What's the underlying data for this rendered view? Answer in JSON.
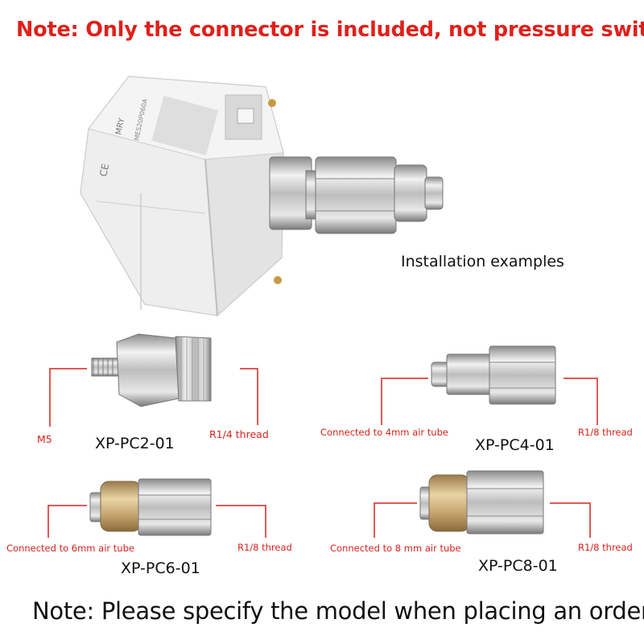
{
  "notes": {
    "top": "Note: Only the connector is included, not  pressure switch",
    "bottom": "Note:  Please specify the model when placing an order"
  },
  "installation_label": "Installation examples",
  "device_label": {
    "brand": "MRY",
    "model_text": "MES20P060A",
    "ce": "CE"
  },
  "products": [
    {
      "model": "XP-PC2-01",
      "left_label": "M5",
      "right_label": "R1/4 thread"
    },
    {
      "model": "XP-PC4-01",
      "left_label": "Connected to 4mm air tube",
      "right_label": "R1/8 thread"
    },
    {
      "model": "XP-PC6-01",
      "left_label": "Connected to 6mm air tube",
      "right_label": "R1/8 thread"
    },
    {
      "model": "XP-PC8-01",
      "left_label": "Connected to 8 mm air tube",
      "right_label": "R1/8 thread"
    }
  ],
  "colors": {
    "note_red": "#e0201a",
    "leader_red": "#d8221b",
    "brass_silver": "#c9c9c9",
    "device_body": "#ececec"
  }
}
